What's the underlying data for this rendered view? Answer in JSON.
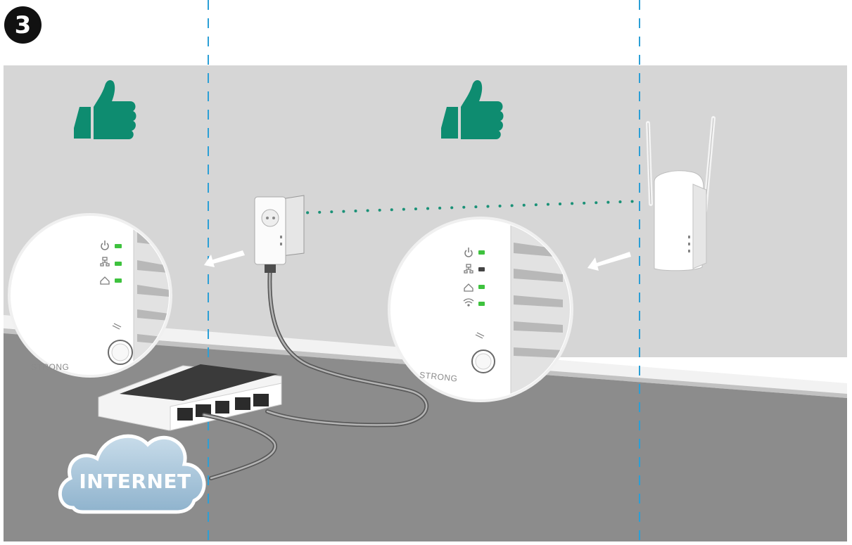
{
  "step": {
    "number": "3"
  },
  "cloud": {
    "label": "INTERNET"
  },
  "brand": {
    "text": "STRONG"
  },
  "colors": {
    "thumb": "#0e8c70",
    "signal_dots": "#1a9177",
    "guide_lines": "#2b9fd6",
    "led": "#3ec23e",
    "led_off": "#444444",
    "cloud_fill": "#a9c8dd",
    "wall": "#d8d8d8",
    "floor": "#8d8d8d"
  },
  "icons": [
    "thumbs-up-icon",
    "thumbs-up-icon",
    "power-icon",
    "ethernet-icon",
    "home-icon",
    "wifi-icon",
    "wps-icon"
  ],
  "left_zoom": {
    "leds": [
      {
        "icon": "power-icon",
        "state": "on"
      },
      {
        "icon": "ethernet-icon",
        "state": "on"
      },
      {
        "icon": "home-icon",
        "state": "on"
      }
    ]
  },
  "right_zoom": {
    "leds": [
      {
        "icon": "power-icon",
        "state": "on"
      },
      {
        "icon": "ethernet-icon",
        "state": "off"
      },
      {
        "icon": "home-icon",
        "state": "on"
      },
      {
        "icon": "wifi-icon",
        "state": "on"
      }
    ]
  }
}
